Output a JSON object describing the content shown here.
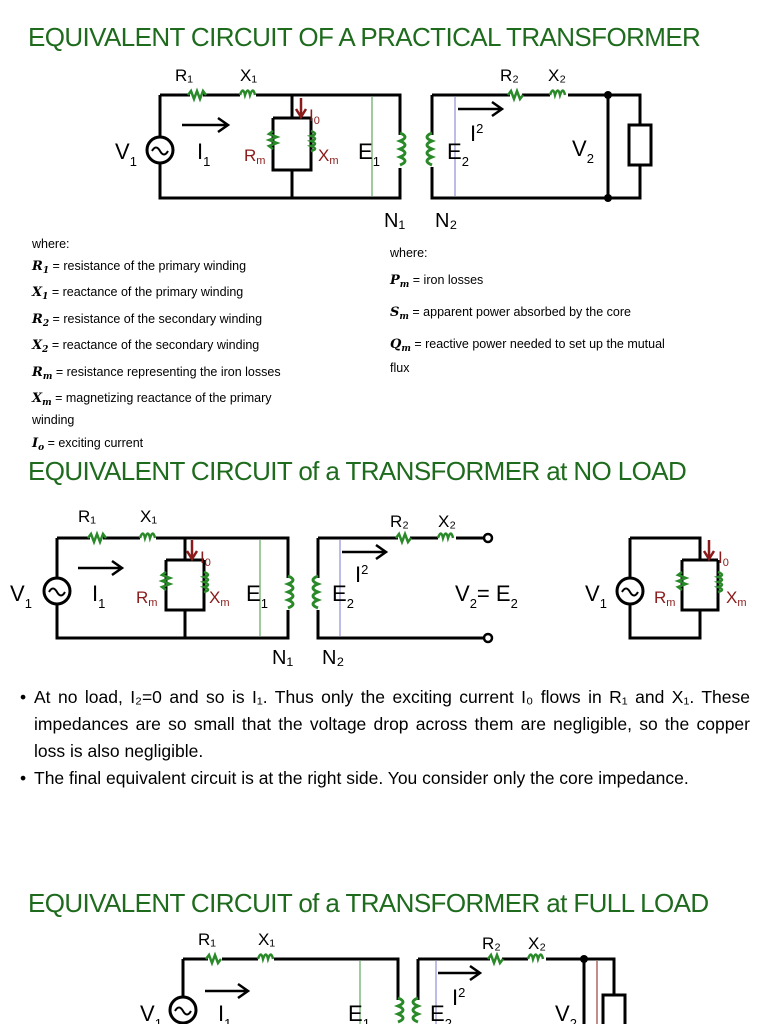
{
  "sections": {
    "practical_title": "EQUIVALENT CIRCUIT OF A PRACTICAL TRANSFORMER",
    "no_load_title": "EQUIVALENT CIRCUIT of a TRANSFORMER at NO LOAD",
    "full_load_title": "EQUIVALENT CIRCUIT of a TRANSFORMER at FULL LOAD"
  },
  "labels": {
    "R1": "R₁",
    "X1": "X₁",
    "R2": "R₂",
    "X2": "X₂",
    "V": "V",
    "I": "I",
    "E": "E",
    "N1": "N₁",
    "N2": "N₂",
    "sub1": "1",
    "sub2": "2",
    "Rm": "R",
    "Xm": "X",
    "m": "m",
    "Io": "I",
    "o": "0",
    "V2E2": "= E"
  },
  "left_defs": {
    "where": "where:",
    "items": [
      {
        "sym": "R",
        "sub": "1",
        "text": " = resistance of the primary winding"
      },
      {
        "sym": "X",
        "sub": "1",
        "text": " = reactance of the primary winding"
      },
      {
        "sym": "R",
        "sub": "2",
        "text": " = resistance of the secondary winding"
      },
      {
        "sym": "X",
        "sub": "2",
        "text": " = reactance of the secondary winding"
      },
      {
        "sym": "R",
        "sub": "m",
        "text": " = resistance representing the iron losses"
      },
      {
        "sym": "X",
        "sub": "m",
        "text": " =    magnetizing   reactance   of   the   primary"
      },
      {
        "sym": "",
        "sub": "",
        "text": "winding"
      },
      {
        "sym": "I",
        "sub": "o",
        "text": " = exciting current"
      }
    ]
  },
  "right_defs": {
    "where": "where:",
    "items": [
      {
        "sym": "P",
        "sub": "m",
        "text": " = iron losses"
      },
      {
        "sym": "S",
        "sub": "m",
        "text": " = apparent power absorbed by the core"
      },
      {
        "sym": "Q",
        "sub": "m",
        "text": " = reactive power needed to set up the mutual"
      },
      {
        "sym": "",
        "sub": "",
        "text": "flux"
      }
    ]
  },
  "bullets": [
    "At no load, I₂=0 and so is I₁. Thus only the exciting current I₀ flows in R₁ and X₁. These impedances are so small that the voltage drop across them are negligible, so the copper loss is also negligible.",
    "The final equivalent circuit is at the right side. You consider only the core impedance."
  ],
  "colors": {
    "title": "#1e6b1e",
    "coil": "#2a8a2a",
    "current": "#8b1a1a",
    "wire": "#000000"
  }
}
